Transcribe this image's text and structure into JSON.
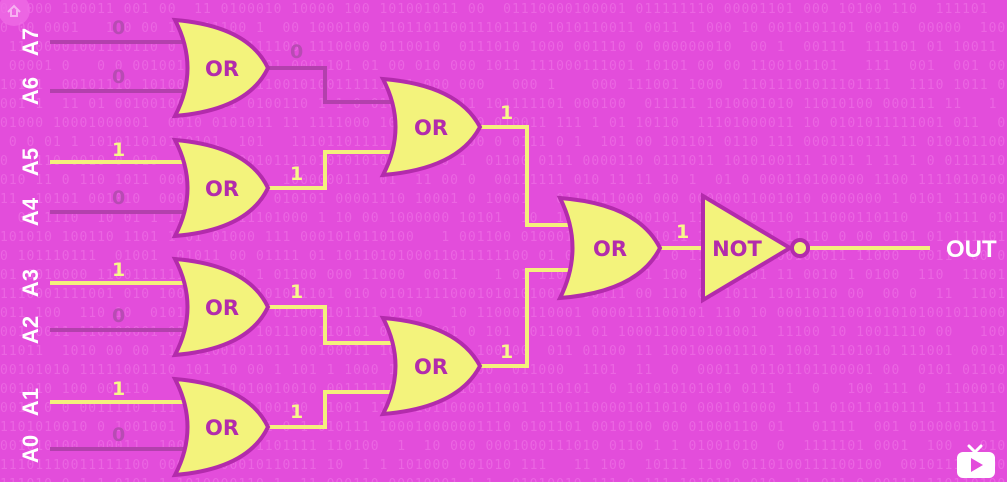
{
  "inputs": [
    "A7",
    "A6",
    "A5",
    "A4",
    "A3",
    "A2",
    "A1",
    "A0"
  ],
  "input_bits": [
    "0",
    "0",
    "1",
    "0",
    "1",
    "0",
    "1",
    "0"
  ],
  "gates": {
    "or_a7_a6": "OR",
    "or_a5_a4": "OR",
    "or_a3_a2": "OR",
    "or_a1_a0": "OR",
    "or_upper": "OR",
    "or_lower": "OR",
    "or_final": "OR",
    "not_gate": "NOT"
  },
  "wire_bits": {
    "or_a7_a6_out": "0",
    "or_a5_a4_out": "1",
    "or_a3_a2_out": "1",
    "or_a1_a0_out": "1",
    "or_upper_out": "1",
    "or_lower_out": "1",
    "or_final_out": "1"
  },
  "output_label": "OUT",
  "background_digits": "0 1",
  "colors": {
    "background": "#e34ddb",
    "high_wire": "#f4f07c",
    "low_wire": "#b340ad",
    "gate_fill": "#f3f37c",
    "gate_outline": "#b32bac"
  }
}
